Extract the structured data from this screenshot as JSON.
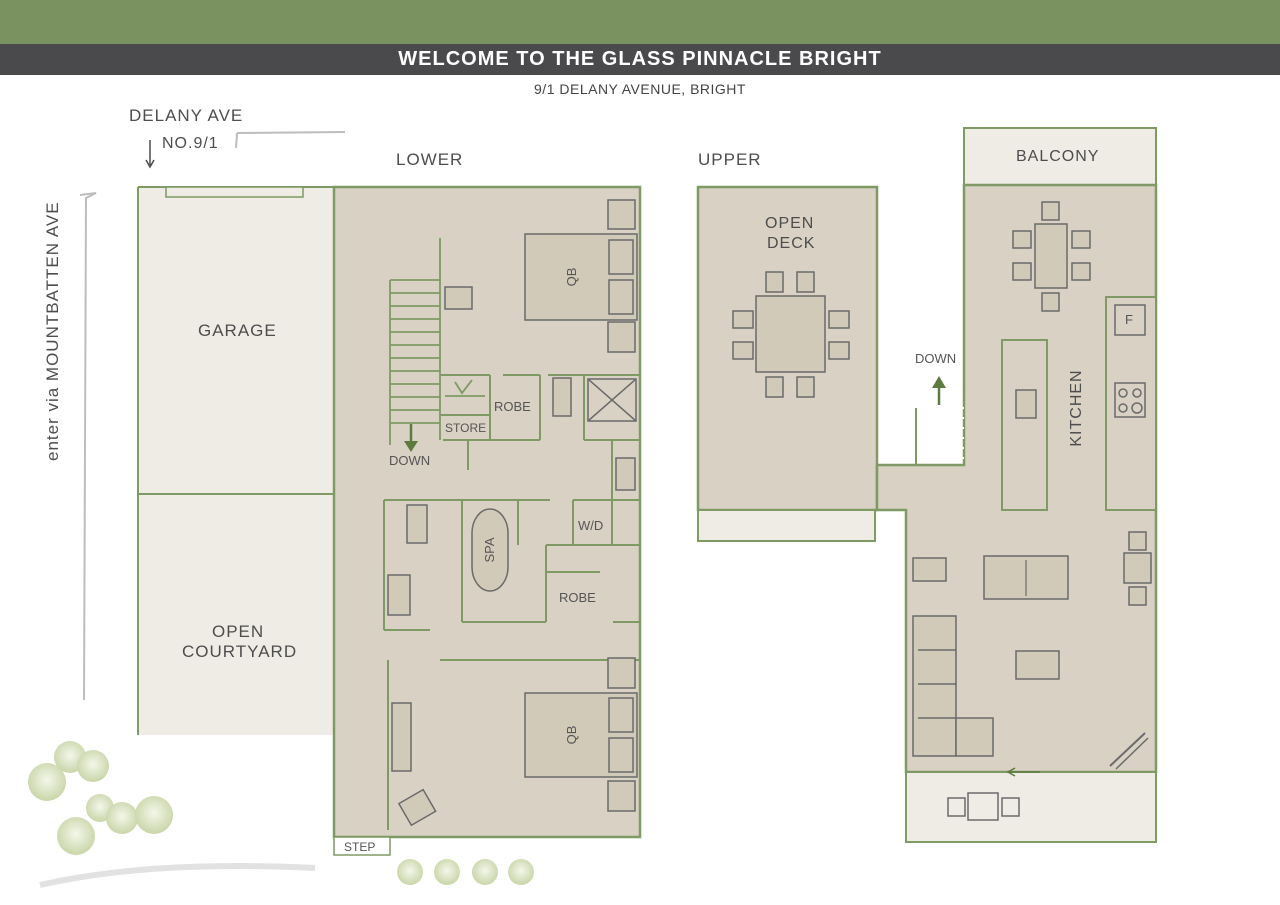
{
  "header": {
    "title": "WELCOME TO THE GLASS PINNACLE BRIGHT",
    "address": "9/1 DELANY AVENUE, BRIGHT"
  },
  "street": {
    "name": "DELANY AVE",
    "number": "NO.9/1",
    "side_entry": "enter via MOUNTBATTEN AVE"
  },
  "levels": {
    "lower": "LOWER",
    "upper": "UPPER"
  },
  "rooms": {
    "garage": "GARAGE",
    "open_courtyard_1": "OPEN",
    "open_courtyard_2": "COURTYARD",
    "bed1": "QB",
    "bed2": "QB",
    "robe1": "ROBE",
    "robe2": "ROBE",
    "store": "STORE",
    "down_lower": "DOWN",
    "spa": "SPA",
    "wd": "W/D",
    "step": "STEP",
    "open_deck_1": "OPEN",
    "open_deck_2": "DECK",
    "balcony": "BALCONY",
    "down_upper": "DOWN",
    "kitchen": "KITCHEN",
    "fridge": "F"
  },
  "colors": {
    "header_green": "#7a9260",
    "title_bar": "#4a4a4d",
    "wall_green": "#7f9a64",
    "floor_beige": "#d8d1c4",
    "courtyard_light": "#efece5",
    "furniture": "#d2cab9",
    "tree_green": "#cfd9b4"
  }
}
